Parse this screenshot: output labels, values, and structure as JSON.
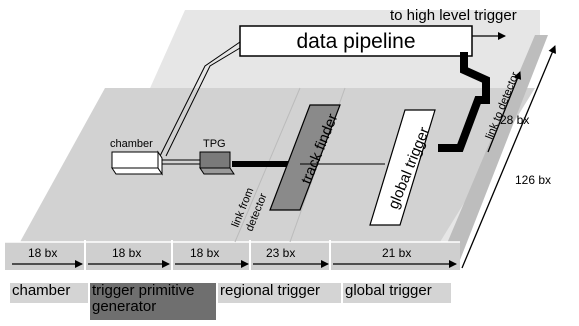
{
  "output_label": "to high level trigger",
  "pipeline_label": "data pipeline",
  "components": {
    "chamber": "chamber",
    "tpg": "TPG",
    "track_finder": "track finder",
    "global_trigger": "global trigger"
  },
  "links": {
    "from_detector_line1": "link from",
    "from_detector_line2": "detector",
    "to_detector": "link to detector"
  },
  "latencies": {
    "seg1": "18 bx",
    "seg2": "18 bx",
    "seg3": "18 bx",
    "seg4": "23 bx",
    "seg5": "21 bx",
    "vertical_short": "28 bx",
    "vertical_total": "126 bx"
  },
  "stages": [
    {
      "label": "chamber",
      "color": "#d4d4d4"
    },
    {
      "label": "trigger primitive generator",
      "color": "#6f6f6f"
    },
    {
      "label": "regional trigger",
      "color": "#d4d4d4"
    },
    {
      "label": "global trigger",
      "color": "#d4d4d4"
    }
  ],
  "colors": {
    "platform": "#d2d2d2",
    "platform_back": "#e6e6e6",
    "tpg_box": "#7a7a7a",
    "track_finder_box": "#8a8a8a"
  }
}
